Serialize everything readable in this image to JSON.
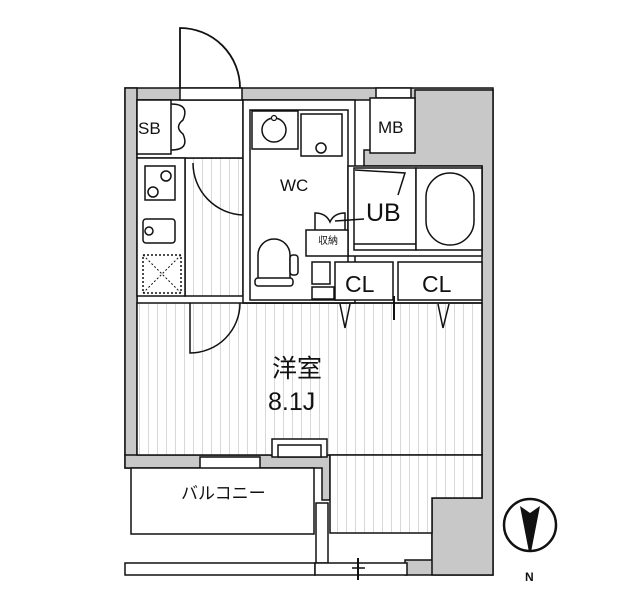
{
  "floor_plan": {
    "rooms": {
      "western_room": {
        "name": "洋室",
        "area": "8.1J"
      },
      "toilet": {
        "label": "WC"
      },
      "bath": {
        "label": "UB"
      },
      "meter_box": {
        "label": "MB"
      },
      "shoe_box": {
        "label": "SB"
      },
      "storage": {
        "label": "収納"
      },
      "closet_left": {
        "label": "CL"
      },
      "closet_right": {
        "label": "CL"
      },
      "balcony": {
        "label": "バルコニー"
      }
    },
    "compass": {
      "label": "N"
    },
    "colors": {
      "wall": "#c8c8c8",
      "line": "#111111",
      "floor_stripe": "#dcdcdc",
      "background": "#ffffff"
    }
  }
}
